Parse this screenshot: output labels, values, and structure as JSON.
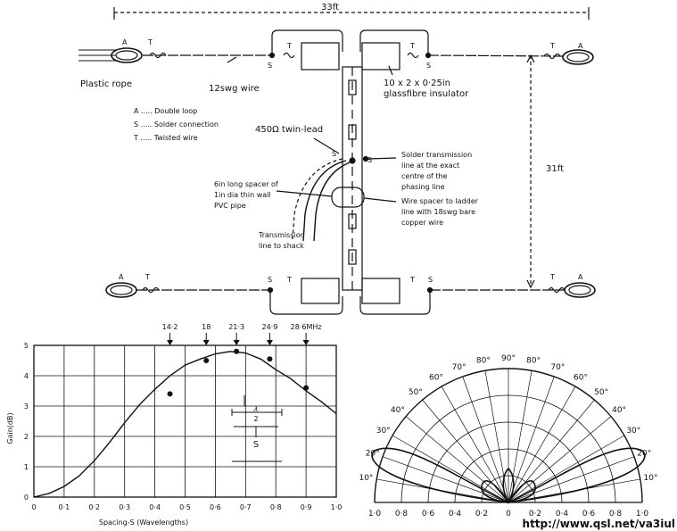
{
  "antenna": {
    "width_label": "33ft",
    "height_label": "31ft",
    "plastic_rope": "Plastic rope",
    "wire": "12swg wire",
    "insulator_line1": "10 x 2 x 0·25in",
    "insulator_line2": "glassfibre insulator",
    "twinlead": "450Ω twin-lead",
    "legend": [
      "A ..... Double loop",
      "S ..... Solder connection",
      "T ..... Twisted wire"
    ],
    "spacer_line1": "6in long spacer of",
    "spacer_line2": "1in dia thin wall",
    "spacer_line3": "PVC pipe",
    "solder_line1": "Solder transmission",
    "solder_line2": "line at the exact",
    "solder_line3": "centre of the",
    "solder_line4": "phasing line",
    "wire_spacer_line1": "Wire spacer to ladder",
    "wire_spacer_line2": "line with 18swg bare",
    "wire_spacer_line3": "copper wire",
    "tx_line1": "Transmission",
    "tx_line2": "line to shack",
    "mark_A": "A",
    "mark_T": "T",
    "mark_S": "S"
  },
  "chart_data": {
    "type": "line",
    "xlabel": "Spacing-S (Wavelengths)",
    "ylabel": "Gain(dB)",
    "xlim": [
      0,
      1.0
    ],
    "ylim": [
      0,
      5
    ],
    "x_ticks": [
      "0",
      "0·1",
      "0·2",
      "0·3",
      "0·4",
      "0·5",
      "0·6",
      "0·7",
      "0·8",
      "0·9",
      "1·0"
    ],
    "y_ticks": [
      "0",
      "1",
      "2",
      "3",
      "4",
      "5"
    ],
    "x": [
      0,
      0.05,
      0.1,
      0.15,
      0.2,
      0.25,
      0.3,
      0.35,
      0.4,
      0.45,
      0.5,
      0.55,
      0.6,
      0.65,
      0.7,
      0.75,
      0.8,
      0.85,
      0.9,
      0.95,
      1.0
    ],
    "y": [
      0,
      0.12,
      0.35,
      0.7,
      1.2,
      1.8,
      2.45,
      3.05,
      3.55,
      4.0,
      4.35,
      4.55,
      4.72,
      4.8,
      4.75,
      4.55,
      4.2,
      3.9,
      3.5,
      3.15,
      2.75
    ],
    "marked_points": [
      {
        "x": 0.45,
        "y": 3.4
      },
      {
        "x": 0.57,
        "y": 4.5
      },
      {
        "x": 0.67,
        "y": 4.8
      },
      {
        "x": 0.78,
        "y": 4.55
      },
      {
        "x": 0.9,
        "y": 3.6
      }
    ],
    "freq_markers": [
      {
        "x": 0.45,
        "label": "14·2"
      },
      {
        "x": 0.57,
        "label": "18"
      },
      {
        "x": 0.67,
        "label": "21·3"
      },
      {
        "x": 0.78,
        "label": "24·9"
      },
      {
        "x": 0.9,
        "label": "28·6MHz"
      }
    ],
    "inset_top": "λ",
    "inset_bottom": "2",
    "inset_label": "S",
    "grid": true
  },
  "polar": {
    "angle_labels": [
      "10°",
      "20°",
      "30°",
      "40°",
      "50°",
      "60°",
      "70°",
      "80°",
      "90°"
    ],
    "scale_labels": [
      "1·0",
      "0·8",
      "0·6",
      "0·4",
      "0·2",
      "0",
      "0·2",
      "0·4",
      "0·6",
      "0·8",
      "1·0"
    ]
  },
  "url": "http://www.qsl.net/va3iul"
}
